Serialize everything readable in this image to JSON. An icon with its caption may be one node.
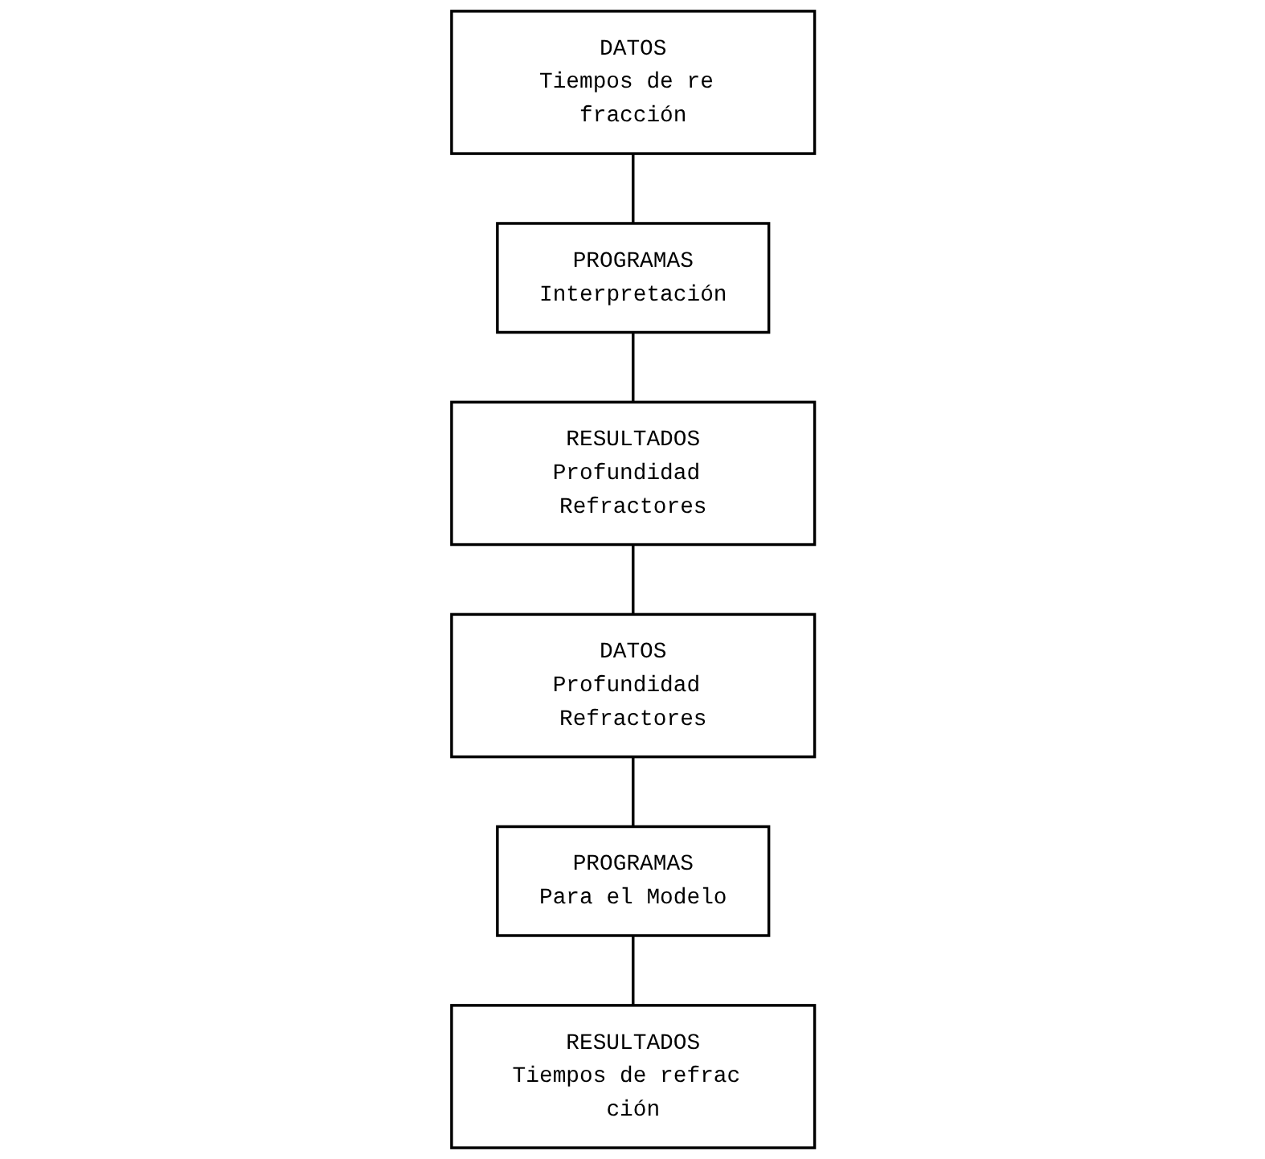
{
  "diagram": {
    "nodes": [
      {
        "text": [
          "DATOS",
          "Tiempos de re fracción"
        ]
      },
      {
        "text": [
          "PROGRAMAS",
          "Interpretación"
        ]
      },
      {
        "text": [
          "RESULTADOS",
          "Profundidad Refractores"
        ]
      },
      {
        "text": [
          "DATOS",
          "Profundidad Refractores"
        ]
      },
      {
        "text": [
          "PROGRAMAS",
          "Para el Modelo"
        ]
      },
      {
        "text": [
          "RESULTADOS",
          "Tiempos de refrac ción"
        ]
      }
    ],
    "edges": [
      {
        "from": 0,
        "to": 1,
        "arrow": "none"
      },
      {
        "from": 1,
        "to": 2,
        "arrow": "none"
      },
      {
        "from": 2,
        "to": 3,
        "arrow": "none"
      },
      {
        "from": 3,
        "to": 4,
        "arrow": "none"
      },
      {
        "from": 4,
        "to": 5,
        "arrow": "none"
      }
    ]
  }
}
